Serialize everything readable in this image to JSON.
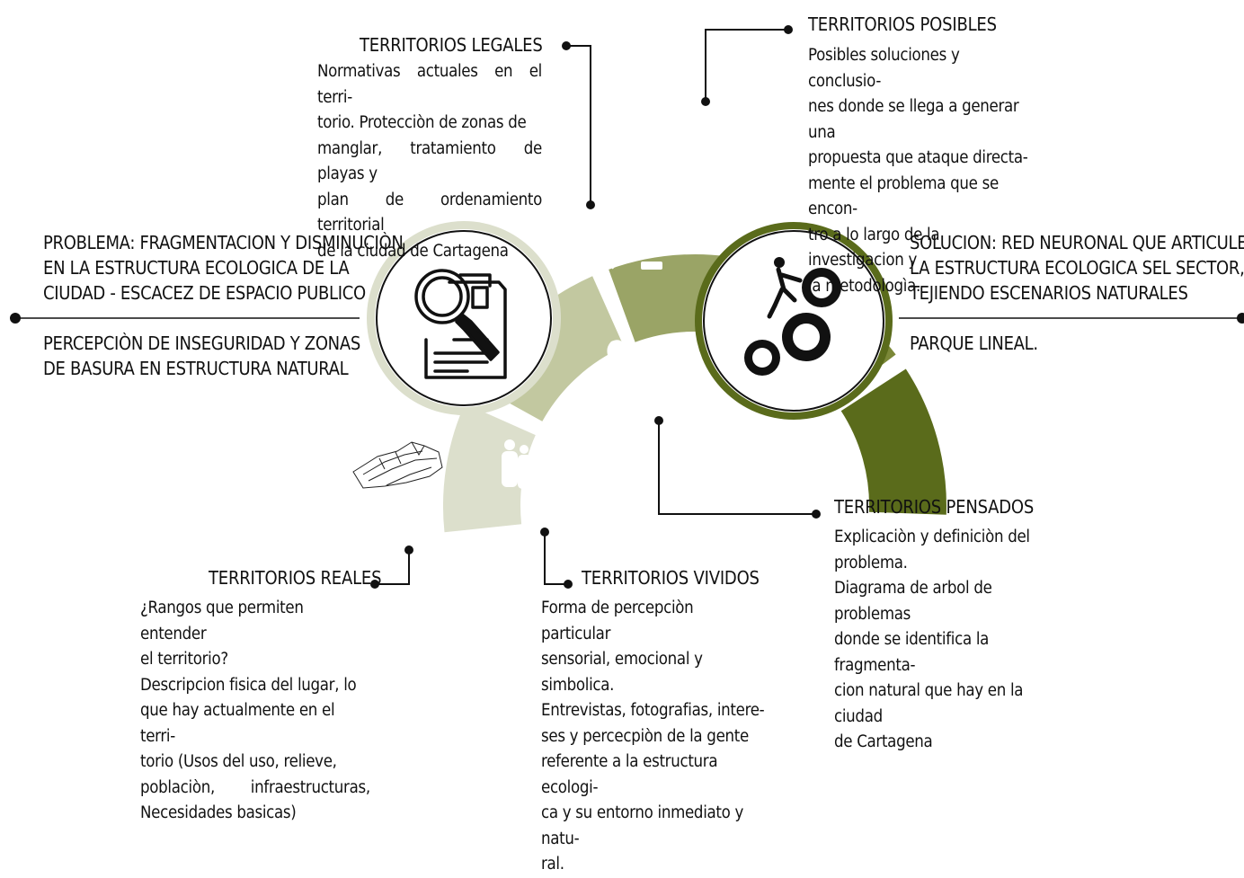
{
  "colors": {
    "dark_olive": "#5a6b1b",
    "olive": "#7b8838",
    "sage": "#9aa466",
    "pale_sage": "#c2c8a0",
    "pale": "#dcdfcc",
    "ring_light": "#dcdfcc",
    "ring_dark": "#5a6b1b",
    "line": "#111111"
  },
  "problema": {
    "line1": "PROBLEMA: FRAGMENTACION Y DISMINUCIÒN",
    "line2": "EN LA ESTRUCTURA ECOLOGICA DE LA",
    "line3": "CIUDAD - ESCACEZ DE ESPACIO PUBLICO",
    "line4": "PERCEPCIÒN DE INSEGURIDAD Y ZONAS",
    "line5": "DE BASURA EN  ESTRUCTURA NATURAL"
  },
  "solucion": {
    "line1": "SOLUCION: RED NEURONAL QUE ARTICULE",
    "line2": "LA ESTRUCTURA ECOLOGICA SEL SECTOR,",
    "line3": "TEJIENDO ESCENARIOS NATURALES",
    "line4": "PARQUE LINEAL."
  },
  "legales": {
    "title": "TERRITORIOS LEGALES",
    "lines": [
      "Normativas actuales en el terri-",
      "torio. Protecciòn de zonas de",
      "manglar, tratamiento de playas y",
      "plan de ordenamiento territorial",
      "de la ciudad de Cartagena"
    ]
  },
  "posibles": {
    "title": "TERRITORIOS POSIBLES",
    "lines": [
      "Posibles soluciones y conclusio-",
      "nes donde se llega a generar una",
      "propuesta que ataque directa-",
      "mente el problema que se encon-",
      "tro a lo largo de la investigacion y",
      "la metodologìa."
    ]
  },
  "pensados": {
    "title": "TERRITORIOS PENSADOS",
    "lines": [
      "Explicaciòn y definiciòn del",
      "problema.",
      "Diagrama de arbol de problemas",
      "donde se identifica la fragmenta-",
      "cion natural que hay en la ciudad",
      "de Cartagena"
    ]
  },
  "vividos": {
    "title": "TERRITORIOS VIVIDOS",
    "lines": [
      "Forma de percepciòn particular",
      "sensorial, emocional y simbolica.",
      "Entrevistas, fotografias, intere-",
      "ses y percecpiòn de la gente",
      "referente a la estructura ecologi-",
      "ca y su entorno inmediato y natu-",
      "ral."
    ]
  },
  "reales": {
    "title": "TERRITORIOS REALES",
    "lines": [
      "¿Rangos que permiten entender",
      "el territorio?",
      "Descripcion fisica del lugar, lo",
      "que hay actualmente en el terri-",
      "torio (Usos del uso, relieve,",
      "poblaciòn,        infraestructuras,",
      "Necesidades basicas)"
    ]
  },
  "icons": {
    "posibles": "lightbulb-check-icon",
    "legales": "gavel-icon",
    "pensados": "thinking-person-icon",
    "vividos": "people-group-icon",
    "reales": "terrain-icon",
    "problema": "magnifier-document-icon",
    "solucion": "climbing-gears-icon"
  }
}
